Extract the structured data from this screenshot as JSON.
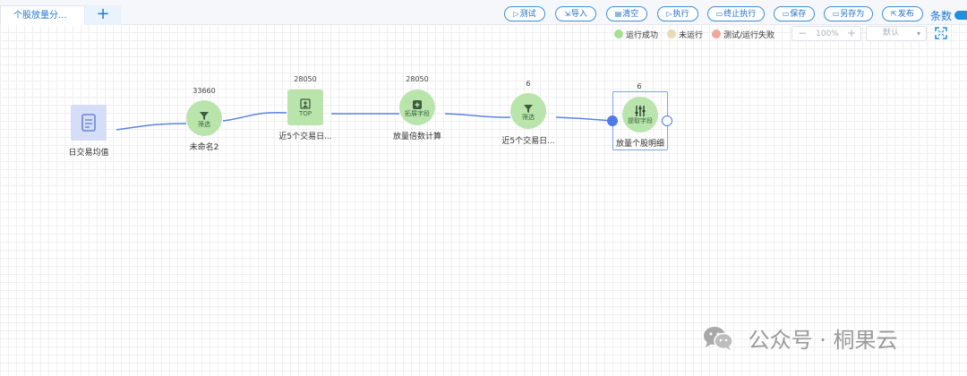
{
  "tabs": {
    "active_label": "个股放量分...",
    "add_label": "+"
  },
  "toolbar": {
    "test": "测试",
    "import": "导入",
    "clear": "清空",
    "run": "执行",
    "stop": "终止执行",
    "save": "保存",
    "save_as": "另存为",
    "publish": "发布",
    "rows_label": "条数"
  },
  "legend": {
    "success": "运行成功",
    "not_run": "未运行",
    "failed": "测试/运行失败",
    "colors": {
      "success": "#a8dd96",
      "not_run": "#ead8b8",
      "failed": "#f2a79e"
    }
  },
  "zoom": {
    "value": "100%",
    "minus": "−",
    "plus": "+"
  },
  "layout": {
    "selected": "默认"
  },
  "nodes": [
    {
      "id": "source",
      "caption": "日交易均值",
      "icon": "document-icon"
    },
    {
      "id": "filter1",
      "count": "33660",
      "inner": "筛选",
      "caption": "未命名2",
      "icon": "filter-icon"
    },
    {
      "id": "top",
      "count": "28050",
      "inner": "TOP",
      "caption": "近5个交易日...",
      "icon": "top-image-icon"
    },
    {
      "id": "expand",
      "count": "28050",
      "inner": "拓展字段",
      "caption": "放量倍数计算",
      "icon": "plus-box-icon"
    },
    {
      "id": "filter2",
      "count": "6",
      "inner": "筛选",
      "caption": "近5个交易日...",
      "icon": "filter-icon"
    },
    {
      "id": "extract",
      "count": "6",
      "inner": "提取字段",
      "caption": "放量个股明细",
      "icon": "sliders-icon"
    }
  ],
  "watermark": {
    "text": "公众号 · 桐果云"
  }
}
